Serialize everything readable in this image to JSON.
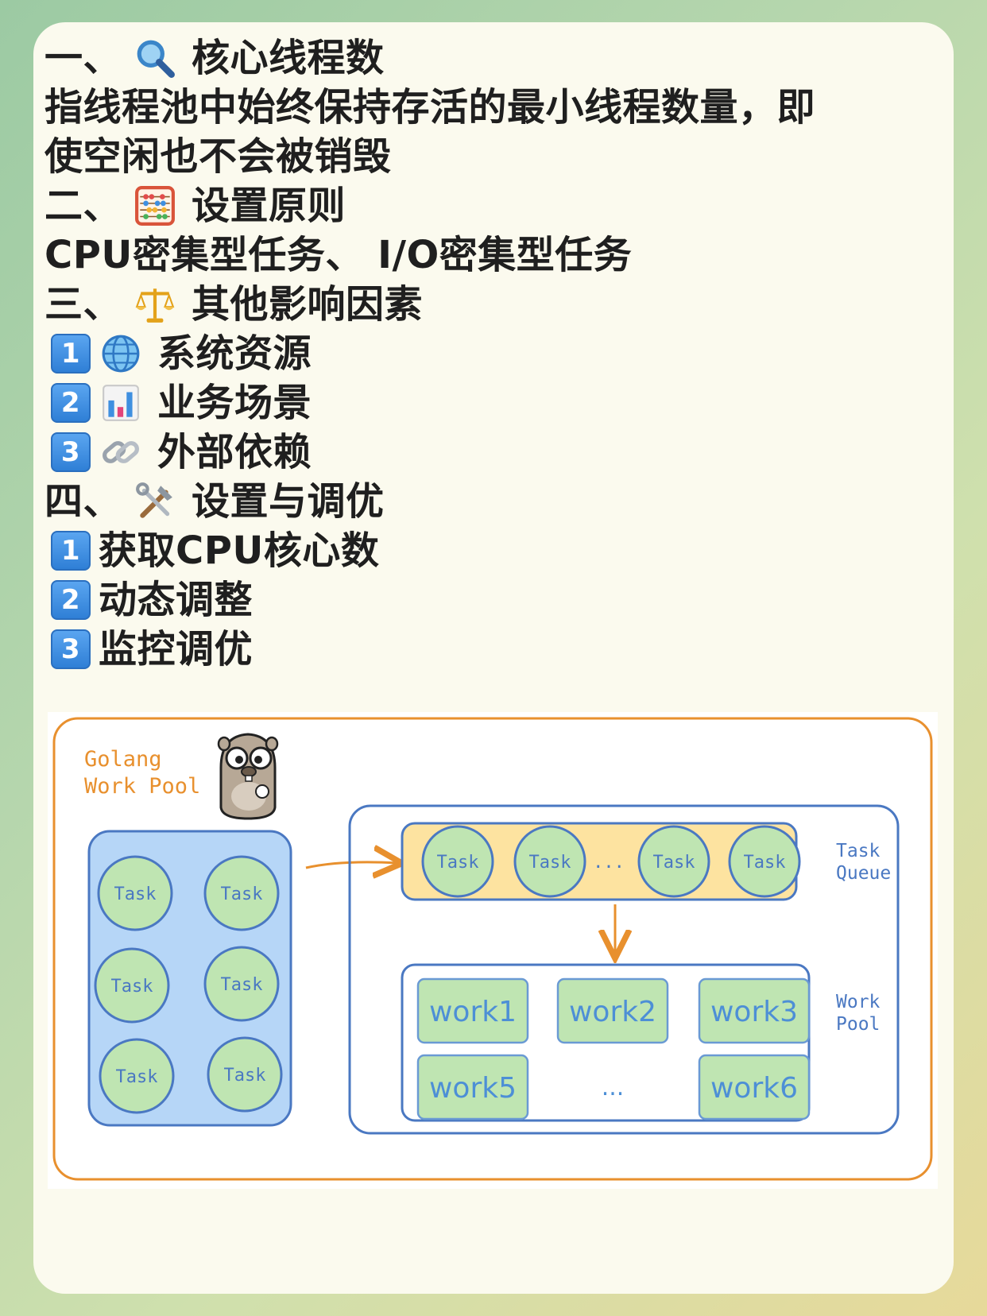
{
  "sections": [
    {
      "heading": "一、",
      "icon": "magnifier-icon",
      "title": "核心线程数",
      "body": [
        "指线程池中始终保持存活的最小线程数量，即",
        "使空闲也不会被销毁"
      ]
    },
    {
      "heading": "二、",
      "icon": "abacus-icon",
      "title": "设置原则",
      "body": [
        "CPU密集型任务、 I/O密集型任务"
      ]
    },
    {
      "heading": "三、",
      "icon": "balance-scale-icon",
      "title": "其他影响因素",
      "items": [
        {
          "num": "1",
          "icon": "globe-icon",
          "label": "系统资源"
        },
        {
          "num": "2",
          "icon": "bar-chart-icon",
          "label": "业务场景"
        },
        {
          "num": "3",
          "icon": "link-icon",
          "label": "外部依赖"
        }
      ]
    },
    {
      "heading": "四、",
      "icon": "tools-icon",
      "title": "设置与调优",
      "items": [
        {
          "num": "1",
          "label": "获取CPU核心数"
        },
        {
          "num": "2",
          "label": "动态调整"
        },
        {
          "num": "3",
          "label": "监控调优"
        }
      ]
    }
  ],
  "diagram": {
    "title_line1": "Golang",
    "title_line2": "Work Pool",
    "task_label": "Task",
    "ellipsis": "...",
    "queue_label_line1": "Task",
    "queue_label_line2": "Queue",
    "pool_label_line1": "Work",
    "pool_label_line2": "Pool",
    "workers": [
      "work1",
      "work2",
      "work3",
      "work5",
      "work6"
    ],
    "colors": {
      "outer_border": "#e8902e",
      "blue_border": "#4a78c2",
      "task_fill": "#bfe5b2",
      "worker_fill": "#bfe5b2",
      "left_panel_fill": "#b6d6f7",
      "queue_fill": "#fde3a0",
      "arrow": "#e8902e"
    }
  }
}
